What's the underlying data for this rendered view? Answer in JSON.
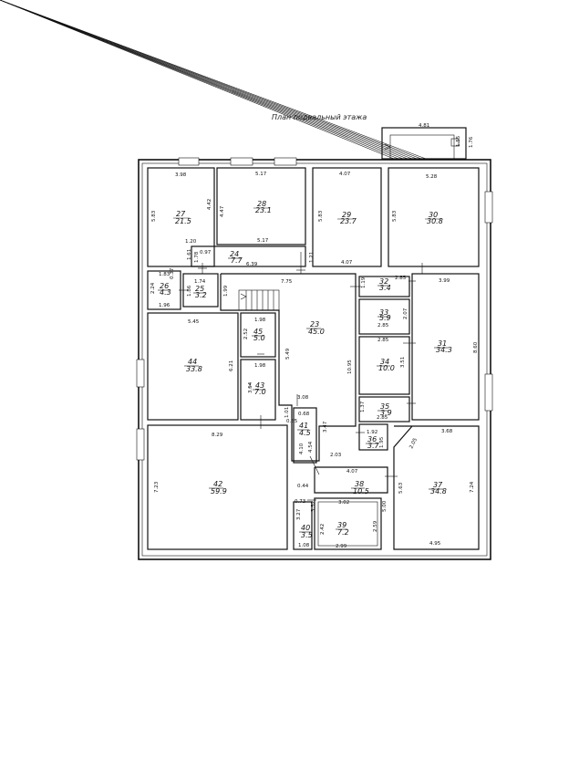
{
  "title": "План подвальный этажа",
  "rooms": [
    {
      "id": "r27",
      "number": "27",
      "area": "21.5"
    },
    {
      "id": "r28",
      "number": "28",
      "area": "23.1"
    },
    {
      "id": "r29",
      "number": "29",
      "area": "23.7"
    },
    {
      "id": "r30",
      "number": "30",
      "area": "30.8"
    },
    {
      "id": "r24",
      "number": "24",
      "area": "7.7"
    },
    {
      "id": "r26",
      "number": "26",
      "area": "4.3"
    },
    {
      "id": "r25",
      "number": "25",
      "area": "3.2"
    },
    {
      "id": "r23",
      "number": "23",
      "area": "45.0"
    },
    {
      "id": "r32",
      "number": "32",
      "area": "3.4"
    },
    {
      "id": "r33",
      "number": "33",
      "area": "5.9"
    },
    {
      "id": "r34",
      "number": "34",
      "area": "10.0"
    },
    {
      "id": "r35",
      "number": "35",
      "area": "3.9"
    },
    {
      "id": "r31",
      "number": "31",
      "area": "34.3"
    },
    {
      "id": "r45",
      "number": "45",
      "area": "5.0"
    },
    {
      "id": "r43",
      "number": "43",
      "area": "7.0"
    },
    {
      "id": "r44",
      "number": "44",
      "area": "33.8"
    },
    {
      "id": "r41",
      "number": "41",
      "area": "4.5"
    },
    {
      "id": "r36",
      "number": "36",
      "area": "3.7"
    },
    {
      "id": "r42",
      "number": "42",
      "area": "59.9"
    },
    {
      "id": "r38",
      "number": "38",
      "area": "10.5"
    },
    {
      "id": "r37",
      "number": "37",
      "area": "34.8"
    },
    {
      "id": "r39",
      "number": "39",
      "area": "7.2"
    },
    {
      "id": "r40",
      "number": "40",
      "area": "3.5"
    }
  ],
  "dimensions": [
    "4.81",
    "1.55",
    "1.76",
    "3.98",
    "5.17",
    "4.07",
    "5.28",
    "4.42",
    "4.47",
    "5.83",
    "5.83",
    "5.83",
    "1.20",
    "5.17",
    "0.97",
    "1.61",
    "1.78",
    "1.21",
    "6.39",
    "4.07",
    "1.83",
    "0.37",
    "1.74",
    "7.75",
    "2.85",
    "3.99",
    "2.24",
    "1.86",
    "1.99",
    "1.96",
    "1.19",
    "2.85",
    "2.07",
    "5.45",
    "1.98",
    "2.52",
    "5.49",
    "8.60",
    "6.21",
    "1.98",
    "3.51",
    "10.95",
    "2.85",
    "3.54",
    "3.08",
    "1.37",
    "2.85",
    "0.68",
    "1.01",
    "0.85",
    "3.47",
    "1.92",
    "8.29",
    "4.10",
    "4.54",
    "1.95",
    "3.68",
    "2.05",
    "2.03",
    "4.07",
    "7.23",
    "0.44",
    "5.63",
    "7.24",
    "0.73",
    "3.02",
    "5.00",
    "3.27",
    "3.52",
    "2.42",
    "2.59",
    "1.08",
    "2.99",
    "4.95"
  ]
}
